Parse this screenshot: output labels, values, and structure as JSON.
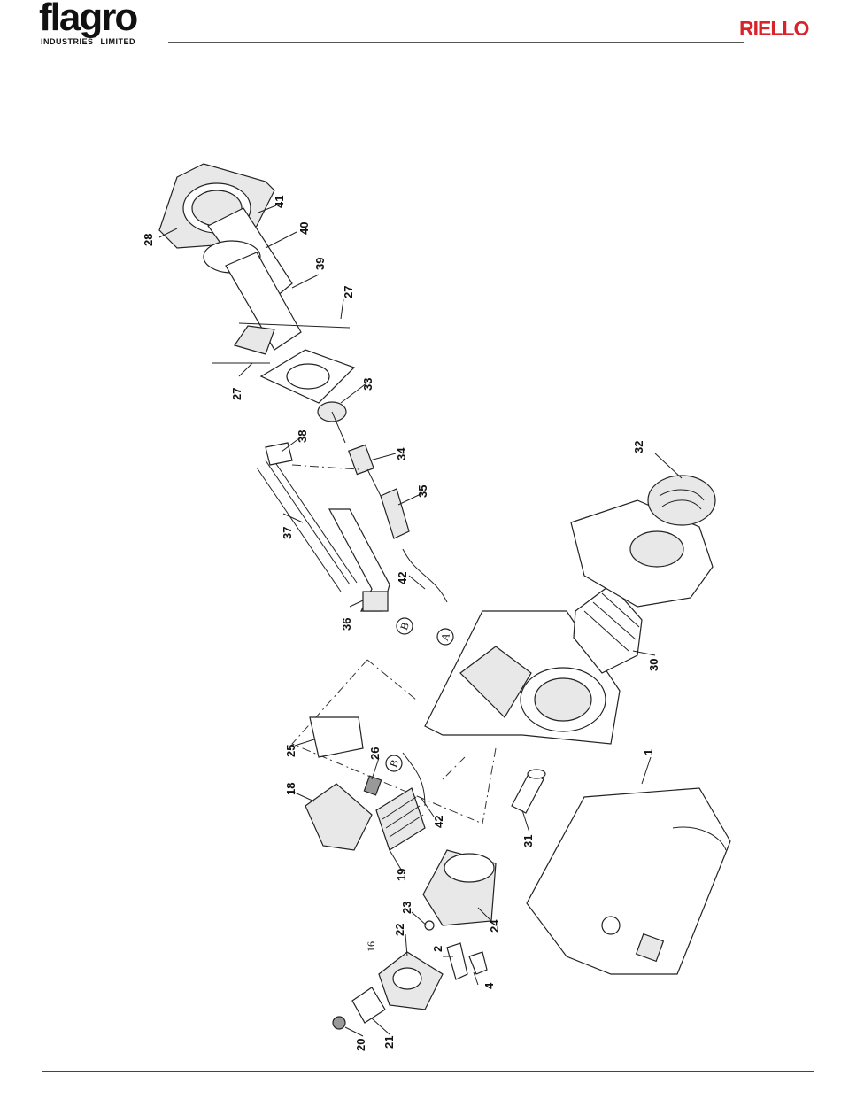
{
  "header": {
    "brand_left": "flagro",
    "brand_left_sub1": "INDUSTRIES",
    "brand_left_sub2": "LIMITED",
    "brand_right": "RIELLO"
  },
  "page_number": "16",
  "callouts": [
    {
      "id": "p28",
      "text": "28"
    },
    {
      "id": "p41",
      "text": "41"
    },
    {
      "id": "p40",
      "text": "40"
    },
    {
      "id": "p39",
      "text": "39"
    },
    {
      "id": "p27a",
      "text": "27"
    },
    {
      "id": "p27b",
      "text": "27"
    },
    {
      "id": "p33",
      "text": "33"
    },
    {
      "id": "p38",
      "text": "38"
    },
    {
      "id": "p34",
      "text": "34"
    },
    {
      "id": "p32",
      "text": "32"
    },
    {
      "id": "p35",
      "text": "35"
    },
    {
      "id": "p37",
      "text": "37"
    },
    {
      "id": "p42a",
      "text": "42"
    },
    {
      "id": "p36",
      "text": "36"
    },
    {
      "id": "p30",
      "text": "30"
    },
    {
      "id": "p25",
      "text": "25"
    },
    {
      "id": "p26",
      "text": "26"
    },
    {
      "id": "p1",
      "text": "1"
    },
    {
      "id": "p18",
      "text": "18"
    },
    {
      "id": "p42b",
      "text": "42"
    },
    {
      "id": "p31",
      "text": "31"
    },
    {
      "id": "p19",
      "text": "19"
    },
    {
      "id": "p23",
      "text": "23"
    },
    {
      "id": "p24",
      "text": "24"
    },
    {
      "id": "p22",
      "text": "22"
    },
    {
      "id": "p2",
      "text": "2"
    },
    {
      "id": "p4",
      "text": "4"
    },
    {
      "id": "p20",
      "text": "20"
    },
    {
      "id": "p21",
      "text": "21"
    }
  ],
  "connectors": {
    "a_label": "A",
    "b_label": "B"
  }
}
